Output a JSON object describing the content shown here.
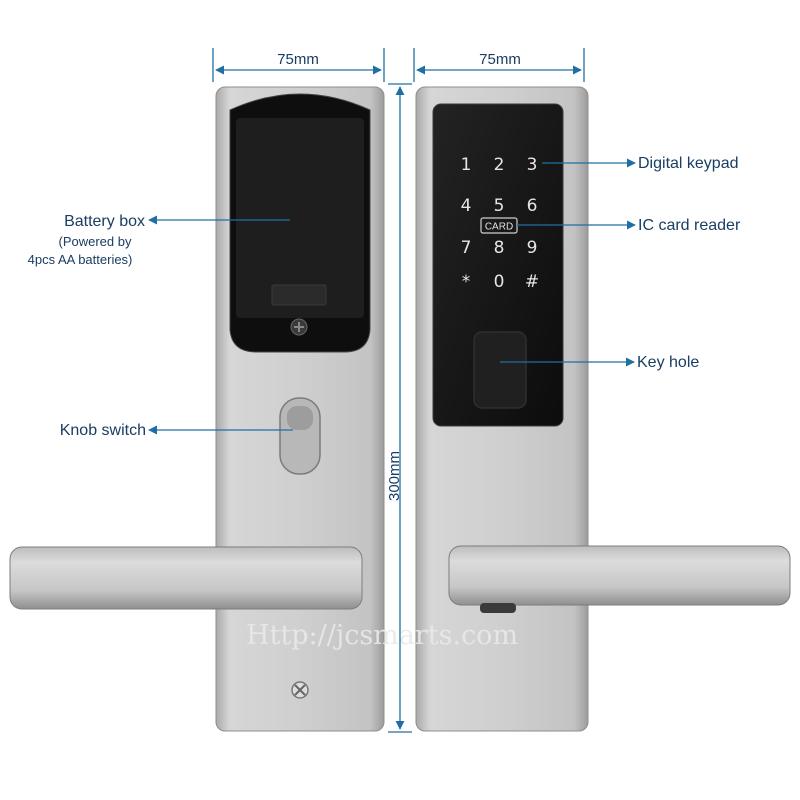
{
  "dimensions": {
    "left_width": "75mm",
    "right_width": "75mm",
    "height": "300mm"
  },
  "callouts": {
    "battery_box": "Battery box",
    "battery_note_line1": "(Powered by",
    "battery_note_line2": "4pcs AA batteries)",
    "knob_switch": "Knob switch",
    "digital_keypad": "Digital keypad",
    "ic_card_reader": "IC card reader",
    "key_hole": "Key hole"
  },
  "keypad": {
    "keys": [
      "1",
      "2",
      "3",
      "4",
      "5",
      "6",
      "7",
      "8",
      "9",
      "*",
      "0",
      "#"
    ],
    "card_label": "CARD"
  },
  "watermark": "Http://jcsmarts.com",
  "colors": {
    "callout_text": "#1a3d63",
    "arrow": "#1f6fa3",
    "steel": "#c9c9c9",
    "glass": "#151515"
  }
}
